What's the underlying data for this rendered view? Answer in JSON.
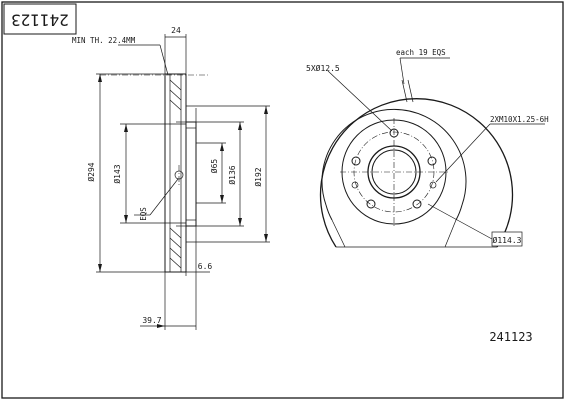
{
  "drawing": {
    "part_number_box": "241123",
    "part_number_bottom": "241123"
  },
  "side_view": {
    "min_thickness": "MIN TH. 22.4MM",
    "thickness": "24",
    "outer_diameter": "Ø294",
    "hub_diameter": "Ø143",
    "eqs": "EQS",
    "center_bore": "Ø65",
    "hat_diameter": "Ø136",
    "inner_ring_diameter": "Ø192",
    "hat_offset": "6.6",
    "total_height": "39.7"
  },
  "front_view": {
    "bolt_holes": "5XØ12.5",
    "vent_note": "each 19  EQS",
    "threaded_holes": "2XM10X1.25-6H",
    "bolt_circle": "Ø114.3"
  }
}
